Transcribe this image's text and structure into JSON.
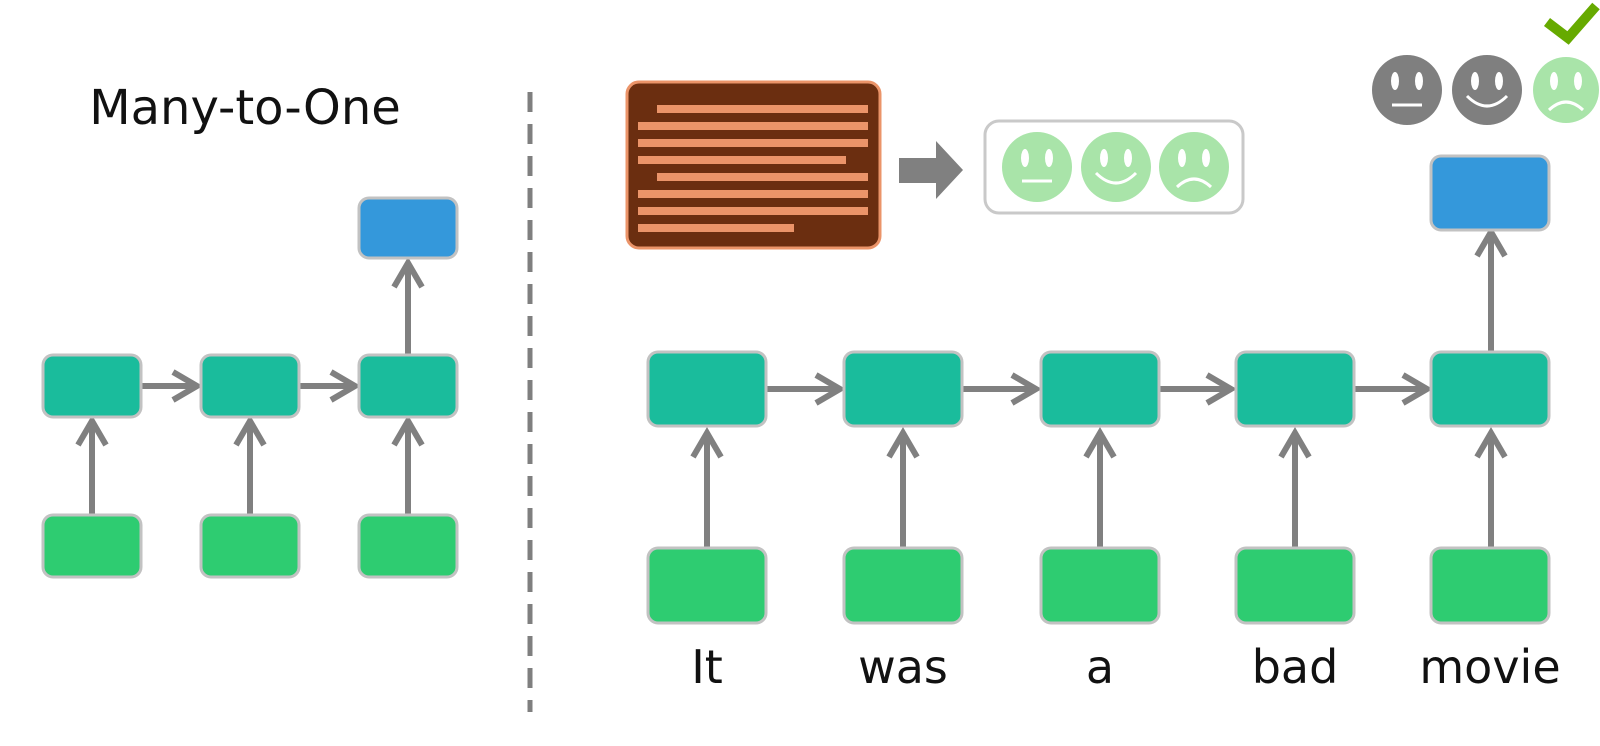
{
  "title": "Many-to-One",
  "input_words": [
    "It",
    "was",
    "a",
    "bad",
    "movie"
  ],
  "colors": {
    "recurrent_cell": "#1abc9c",
    "input_cell": "#2ecc71",
    "output_cell": "#3498db",
    "arrow": "#808080",
    "document": "#6b2e10",
    "document_lines": "#eb9469",
    "face_light": "#a9e4a9",
    "face_dark": "#7f7f7f",
    "check": "#66aa00"
  },
  "icons": {
    "document": "document-icon",
    "convert_arrow": "arrow-right-icon",
    "sentiment_options": [
      "neutral-face-icon",
      "happy-face-icon",
      "sad-face-icon"
    ],
    "selected": "check-icon"
  }
}
